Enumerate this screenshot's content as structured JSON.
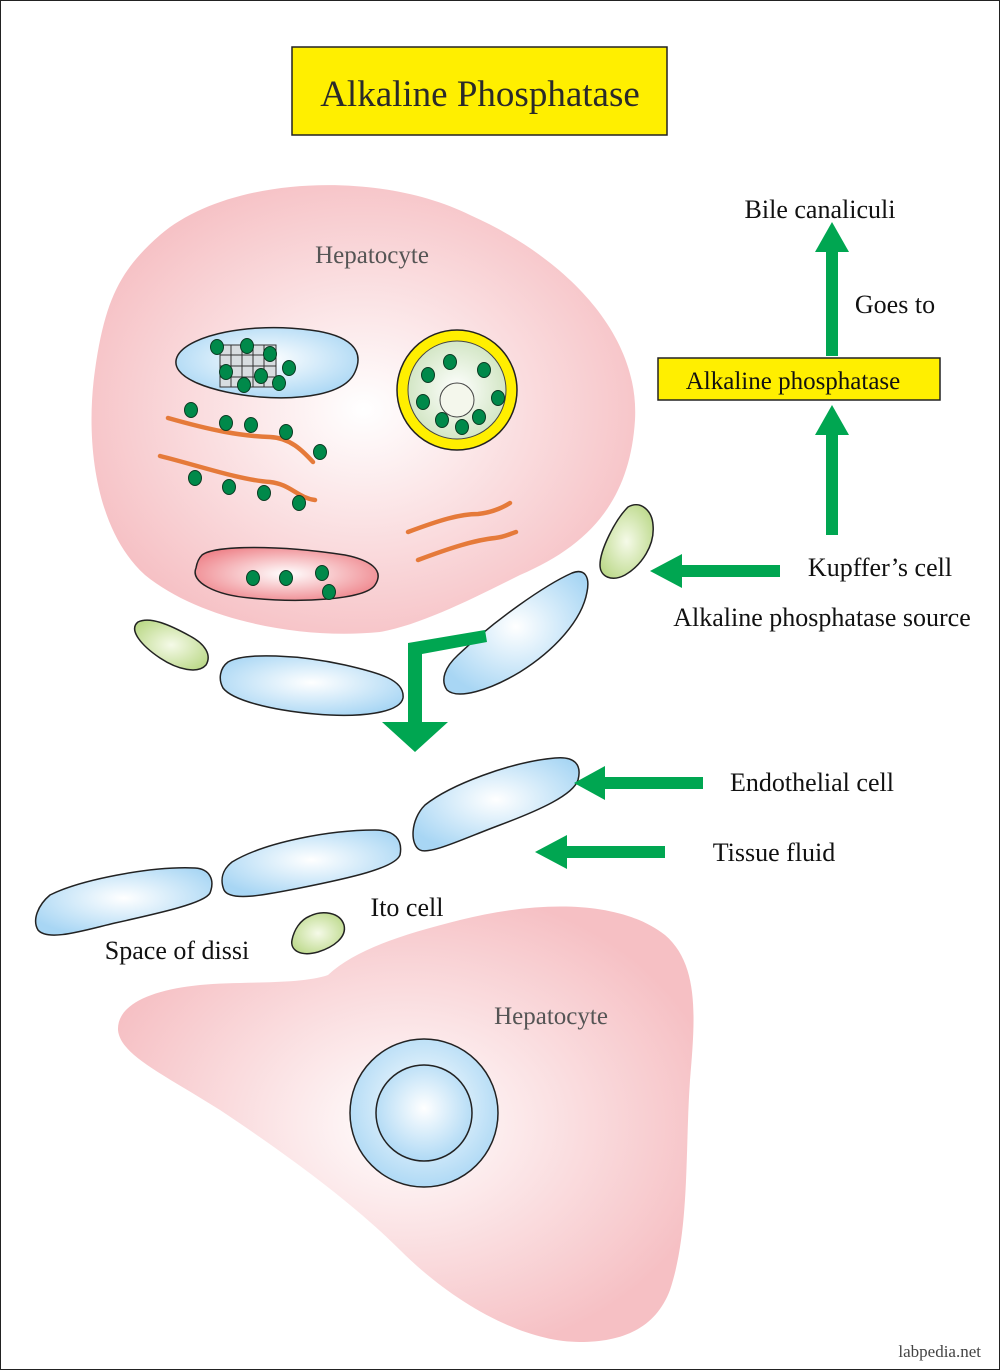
{
  "title": "Alkaline Phosphatase",
  "labels": {
    "hepatocyte_top": "Hepatocyte",
    "hepatocyte_bottom": "Hepatocyte",
    "bile_canaliculi": "Bile canaliculi",
    "goes_to": "Goes to",
    "alkaline_phosphatase": "Alkaline phosphatase",
    "kupffer_cell": "Kupffer’s cell",
    "alp_source": "Alkaline phosphatase source",
    "endothelial_cell": "Endothelial cell",
    "tissue_fluid": "Tissue fluid",
    "ito_cell": "Ito cell",
    "space_of_dissi": "Space of dissi"
  },
  "watermark": "labpedia.net",
  "colors": {
    "highlight_box": "#ffef00",
    "arrow": "#00a651",
    "granule": "#00894a",
    "hepatocyte": "#f6c3c6",
    "endothelial": "#b5dcf5",
    "kupffer": "#c6df97",
    "er": "#e57a3a"
  }
}
